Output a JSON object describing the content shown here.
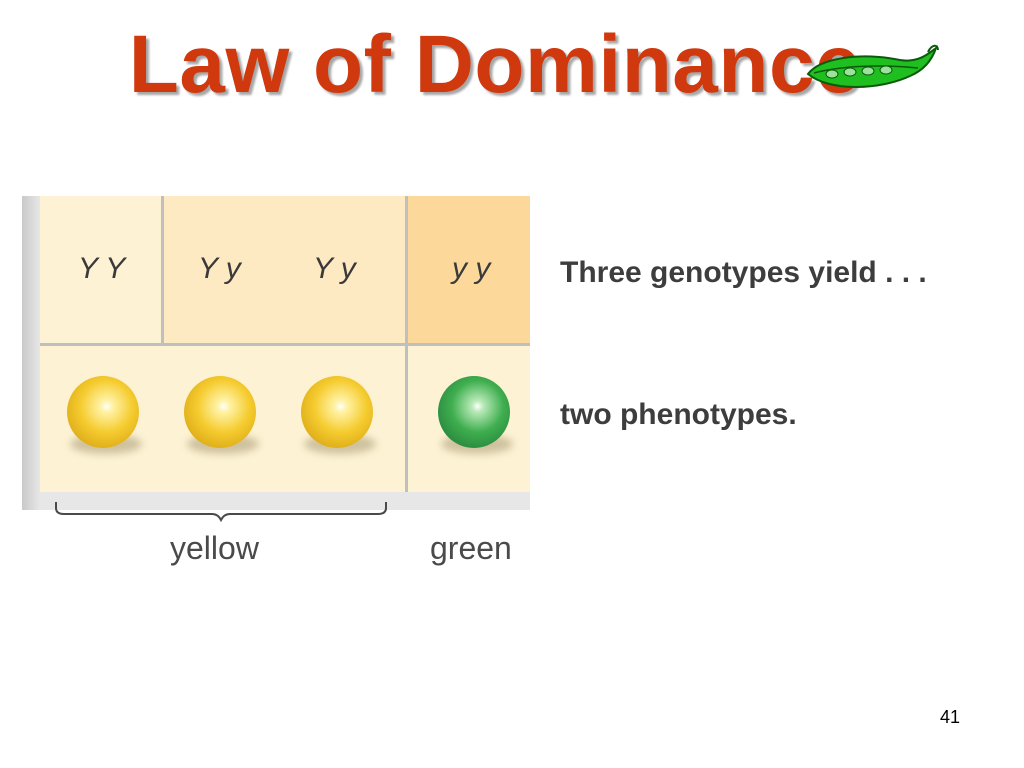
{
  "slide": {
    "title": "Law of Dominance",
    "page_number": "41",
    "colors": {
      "title": "#d0380d",
      "homozygous_dominant_cell": "#fdf3d4",
      "heterozygous_cell": "#fde9c2",
      "recessive_cell": "#fcd99a",
      "yellow_pea": "#f5cc30",
      "green_pea": "#3fae4f"
    }
  },
  "genotypes": [
    "Y Y",
    "Y y",
    "Y y",
    "y y"
  ],
  "phenotypes": [
    {
      "color": "yellow",
      "pea_color": "#f5cc30"
    },
    {
      "color": "yellow",
      "pea_color": "#f5cc30"
    },
    {
      "color": "yellow",
      "pea_color": "#f5cc30"
    },
    {
      "color": "green",
      "pea_color": "#3fae4f"
    }
  ],
  "labels": {
    "yellow": "yellow",
    "green": "green"
  },
  "descriptions": {
    "genotype_line": "Three genotypes yield . . .",
    "phenotype_line": "two phenotypes."
  }
}
